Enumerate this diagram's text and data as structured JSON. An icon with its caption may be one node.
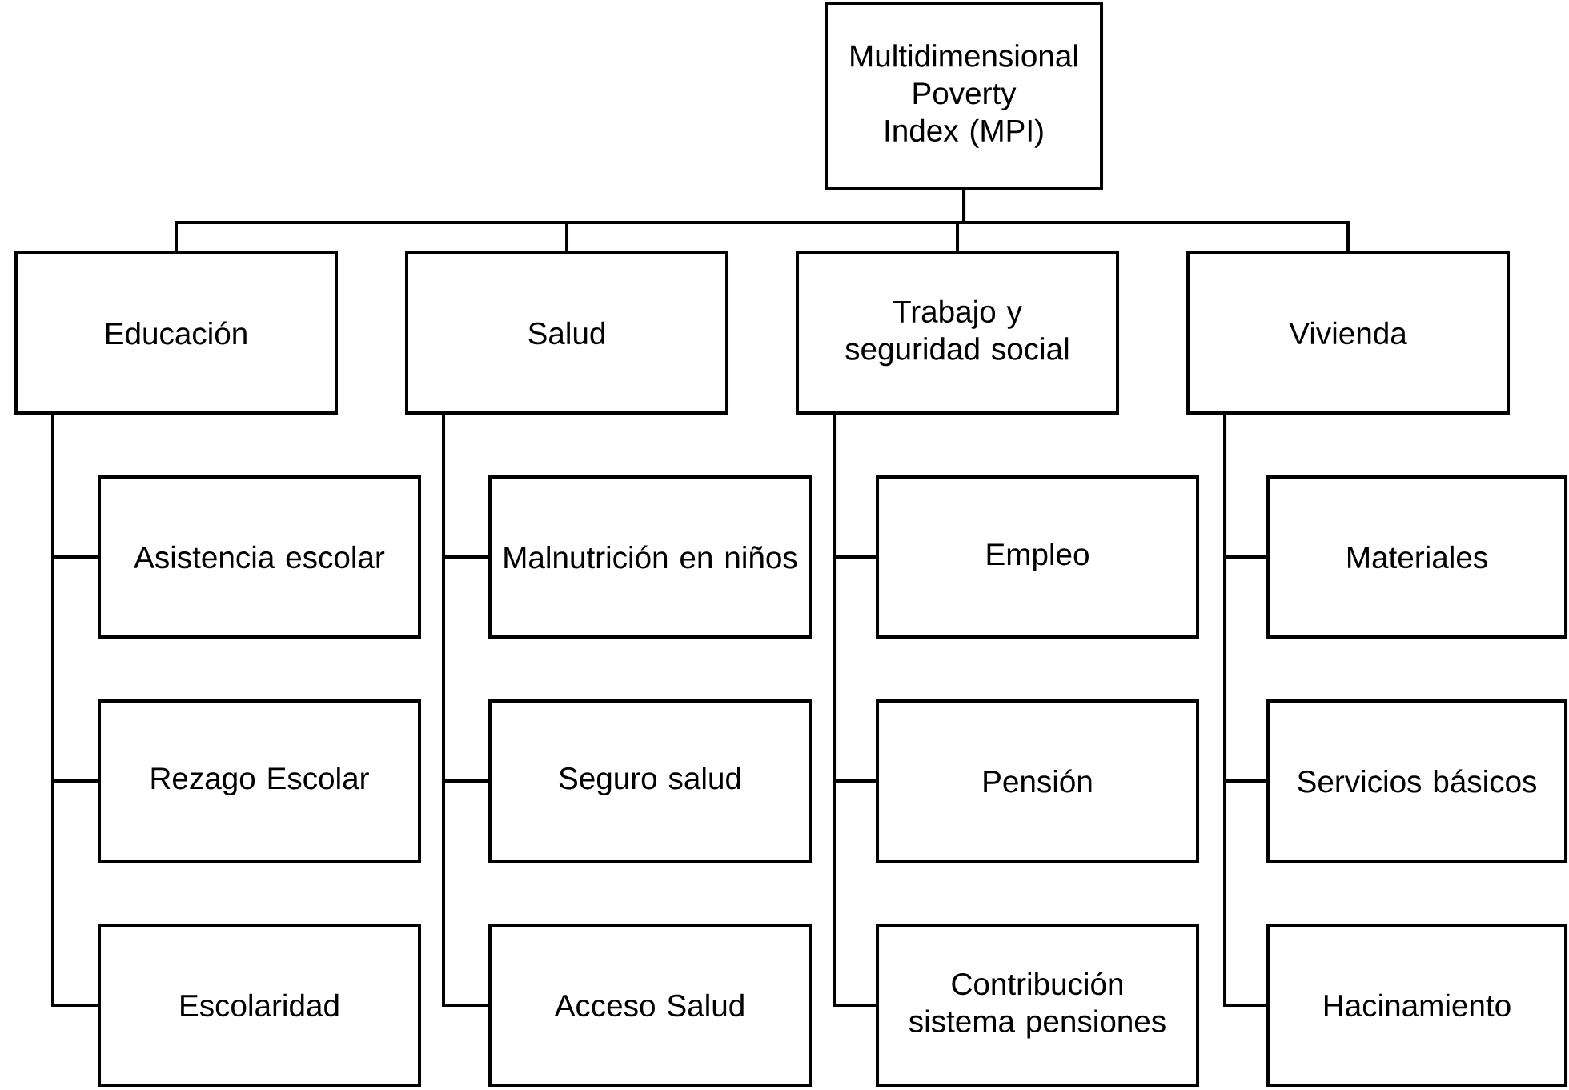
{
  "diagram": {
    "nodes": [
      {
        "text": [
          "Multidimensional Poverty Index (MPI)"
        ]
      },
      {
        "text": [
          "Educación"
        ]
      },
      {
        "text": [
          "Salud"
        ]
      },
      {
        "text": [
          "Trabajo y seguridad social"
        ]
      },
      {
        "text": [
          "Vivienda"
        ]
      },
      {
        "text": [
          "Asistencia escolar"
        ]
      },
      {
        "text": [
          "Rezago Escolar"
        ]
      },
      {
        "text": [
          "Escolaridad"
        ]
      },
      {
        "text": [
          "Malnutrición en niños"
        ]
      },
      {
        "text": [
          "Seguro salud"
        ]
      },
      {
        "text": [
          "Acceso Salud"
        ]
      },
      {
        "text": [
          "Empleo"
        ]
      },
      {
        "text": [
          "Pensión"
        ]
      },
      {
        "text": [
          "Contribución sistema pensiones"
        ]
      },
      {
        "text": [
          "Materiales"
        ]
      },
      {
        "text": [
          "Servicios básicos"
        ]
      },
      {
        "text": [
          "Hacinamiento"
        ]
      }
    ],
    "edges": [
      {
        "from": 0,
        "to": 1,
        "arrow": "none"
      },
      {
        "from": 0,
        "to": 2,
        "arrow": "none"
      },
      {
        "from": 0,
        "to": 3,
        "arrow": "none"
      },
      {
        "from": 0,
        "to": 4,
        "arrow": "none"
      },
      {
        "from": 1,
        "to": 5,
        "arrow": "none"
      },
      {
        "from": 1,
        "to": 6,
        "arrow": "none"
      },
      {
        "from": 1,
        "to": 7,
        "arrow": "none"
      },
      {
        "from": 2,
        "to": 8,
        "arrow": "none"
      },
      {
        "from": 2,
        "to": 9,
        "arrow": "none"
      },
      {
        "from": 2,
        "to": 10,
        "arrow": "none"
      },
      {
        "from": 3,
        "to": 11,
        "arrow": "none"
      },
      {
        "from": 3,
        "to": 12,
        "arrow": "none"
      },
      {
        "from": 3,
        "to": 13,
        "arrow": "none"
      },
      {
        "from": 4,
        "to": 14,
        "arrow": "none"
      },
      {
        "from": 4,
        "to": 15,
        "arrow": "none"
      },
      {
        "from": 4,
        "to": 16,
        "arrow": "none"
      }
    ]
  }
}
